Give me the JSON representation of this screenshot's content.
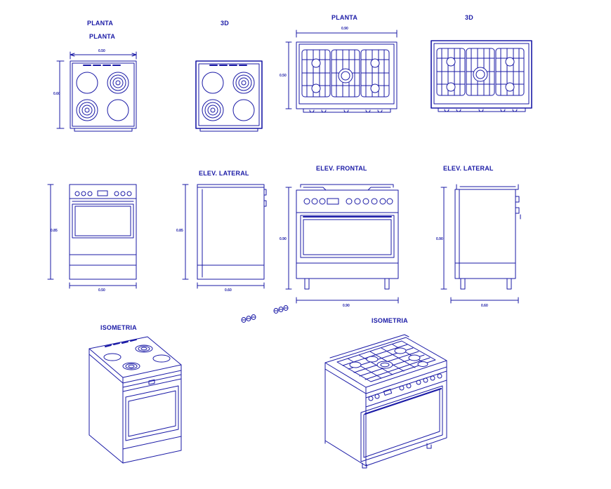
{
  "colors": {
    "line": "#1a1aa6",
    "paper": "#ffffff"
  },
  "titles": {
    "planta_small_1": "PLANTA",
    "planta_small_2": "PLANTA",
    "view3d_small": "3D",
    "planta_large": "PLANTA",
    "view3d_large": "3D",
    "elev_lateral_small": "ELEV. LATERAL",
    "elev_frontal_large": "ELEV. FRONTAL",
    "elev_lateral_large": "ELEV. LATERAL",
    "isometria_small": "ISOMETRIA",
    "isometria_large": "ISOMETRIA"
  },
  "dimensions": {
    "small_top_width": "0.50",
    "small_top_depth": "0.60",
    "large_top_width": "0.90",
    "large_top_depth": "0.50",
    "small_front_height": "0.85",
    "small_front_width": "0.50",
    "small_side_height": "0.85",
    "small_side_depth": "0.60",
    "large_front_height": "0.90",
    "large_front_width": "0.90",
    "large_side_height": "0.90",
    "large_side_depth": "0.60"
  }
}
